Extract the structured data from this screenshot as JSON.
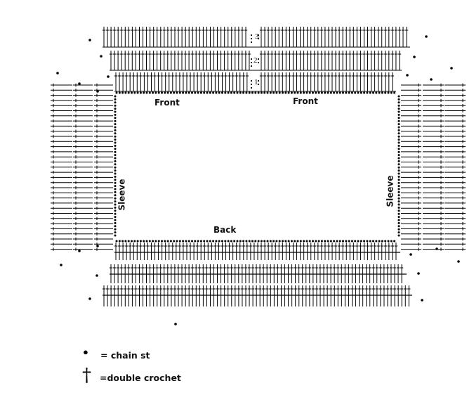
{
  "labels": {
    "front_left": "Front",
    "front_right": "Front",
    "back": "Back",
    "sleeve_left": "Sleeve",
    "sleeve_right": "Sleeve"
  },
  "row_numbers": [
    "1",
    "2",
    "3"
  ],
  "legend": {
    "chain_symbol": "●",
    "chain_text": "= chain st",
    "dc_symbol": "†",
    "dc_text": "=double crochet"
  },
  "symbols": {
    "chain": "chain-stitch-dot",
    "double_crochet": "double-crochet-cross"
  },
  "colors": {
    "ink": "#000000",
    "background": "#ffffff"
  }
}
